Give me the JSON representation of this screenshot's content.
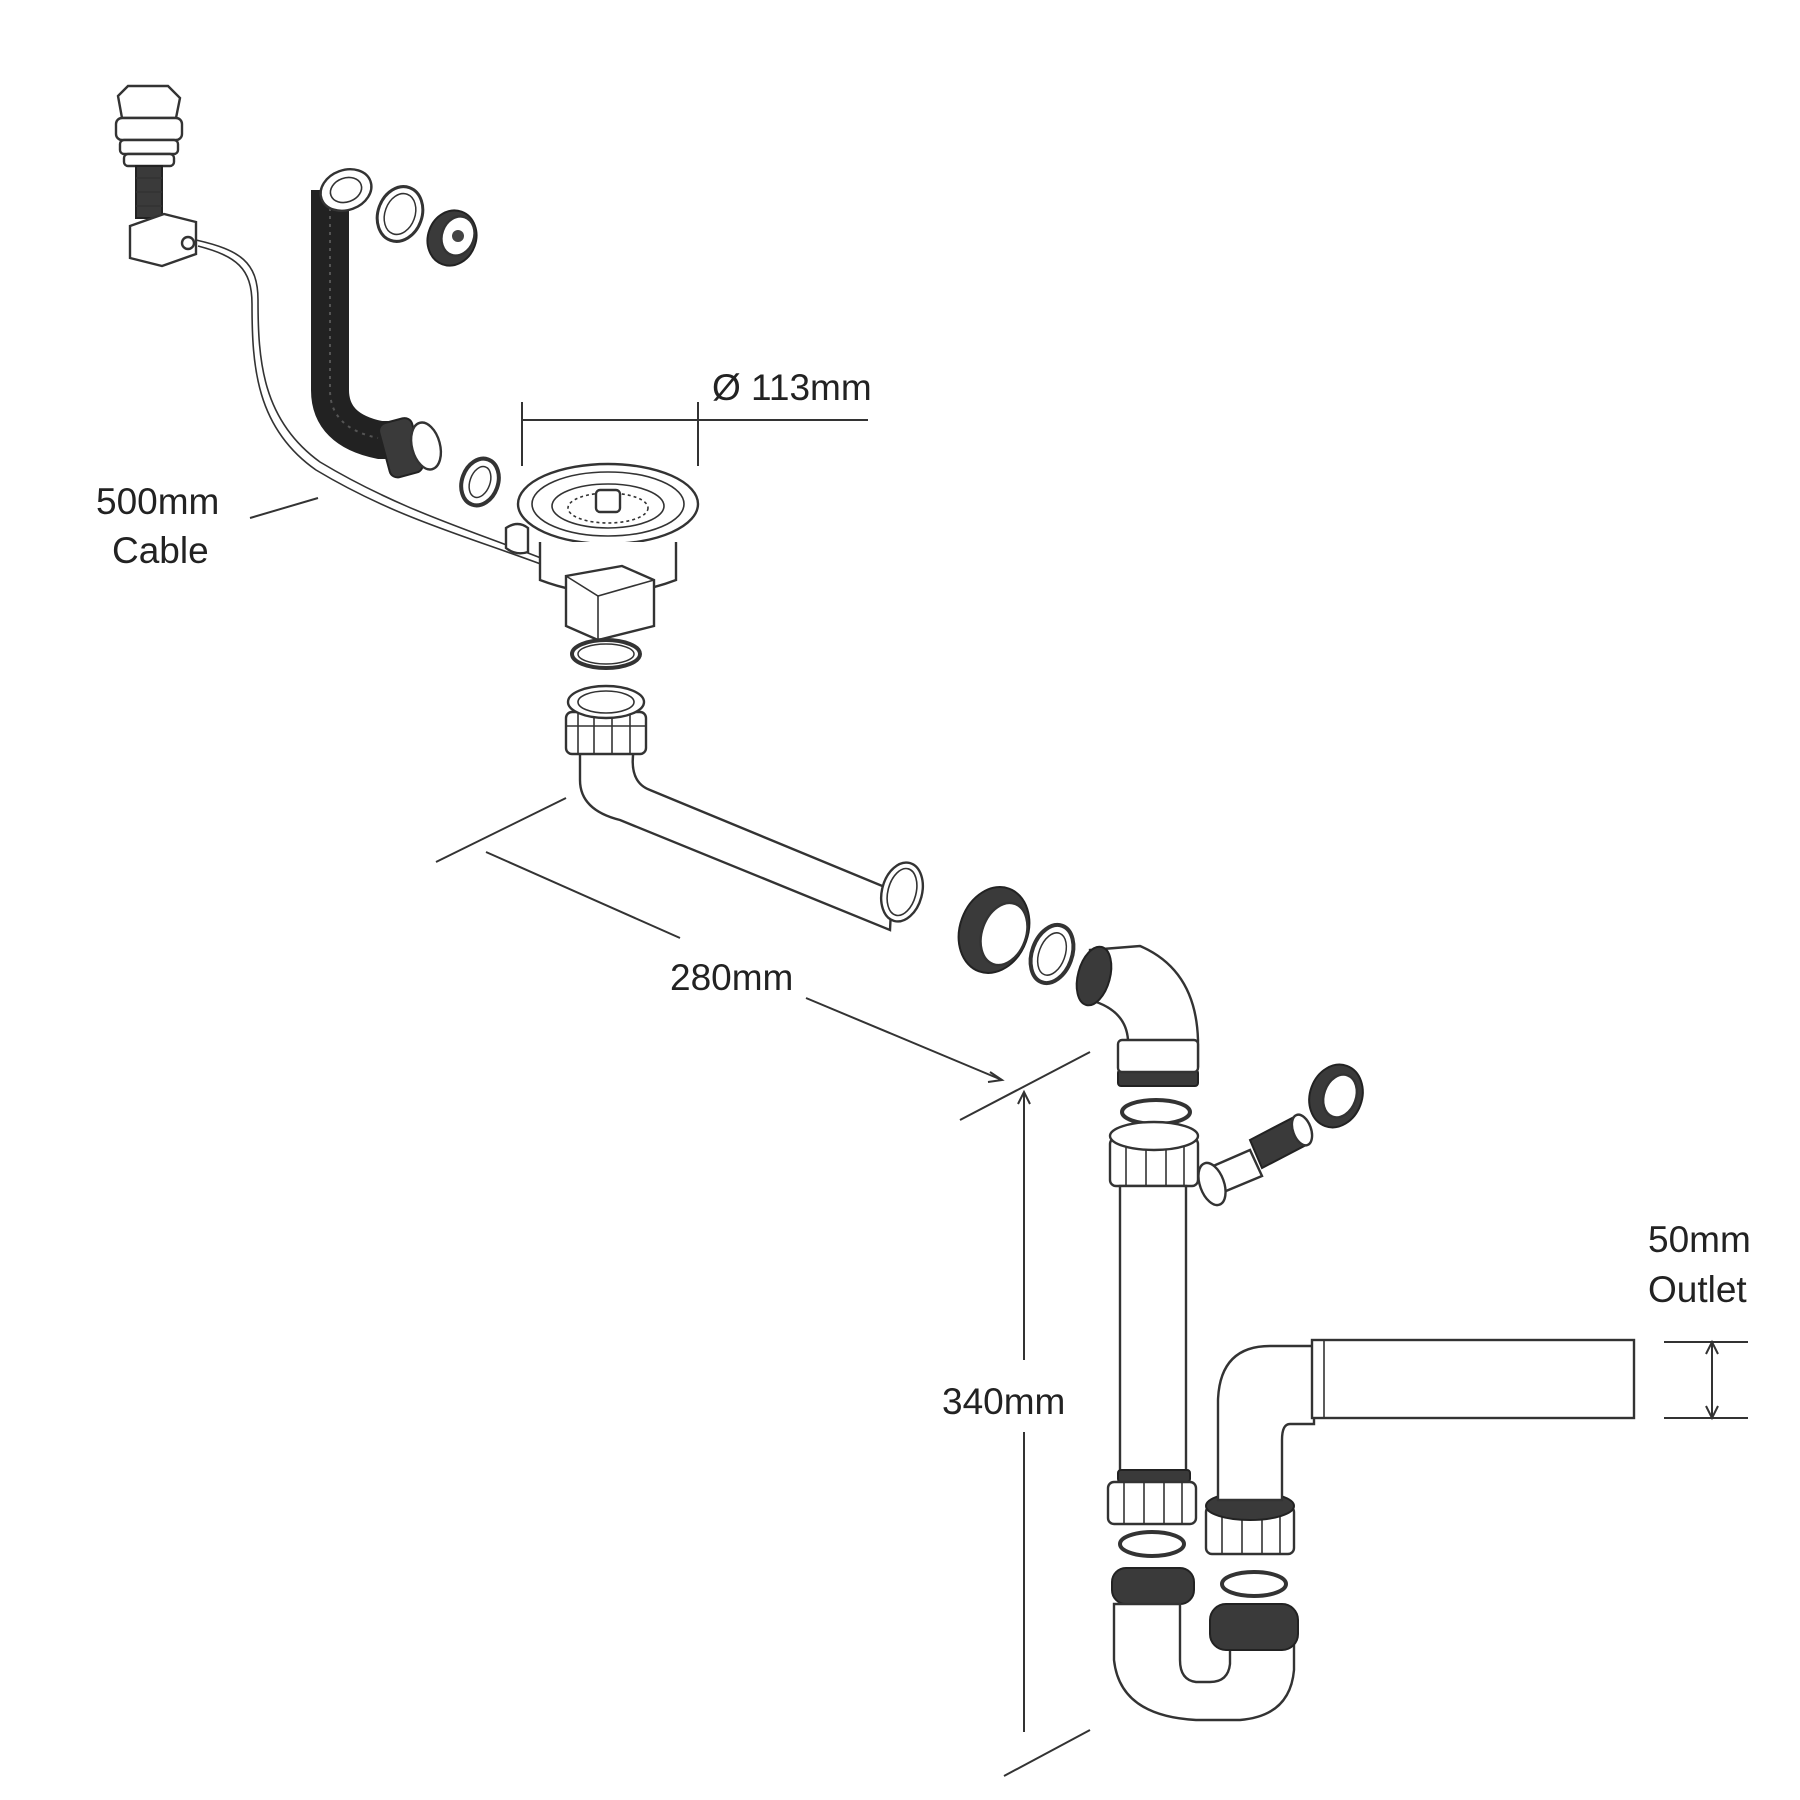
{
  "labels": {
    "diameter": "Ø 113mm",
    "cable_length": "500mm",
    "cable_word": "Cable",
    "horizontal_length": "280mm",
    "vertical_length": "340mm",
    "outlet_size": "50mm",
    "outlet_word": "Outlet"
  }
}
